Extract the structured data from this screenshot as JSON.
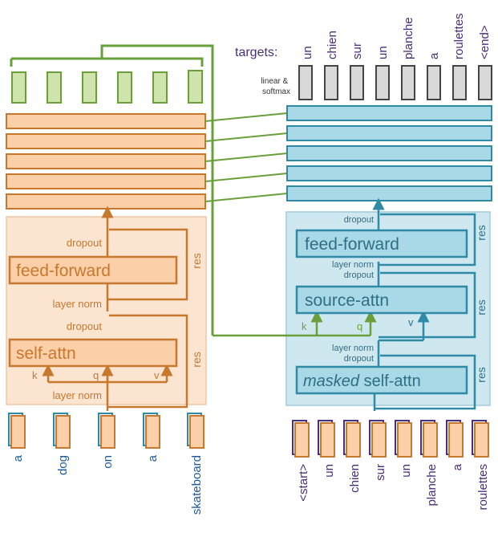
{
  "colors": {
    "encoder": "#c8782d",
    "encoder_fill": "#fbd0a8",
    "encoder_panel": "#fbe4d0",
    "decoder": "#2f8aa6",
    "decoder_fill": "#a9d8e6",
    "decoder_panel": "#cfe8f0",
    "green": "#6aa03b",
    "green_fill": "#cfe3ad",
    "target_text": "#4a2e7a",
    "input_text": "#1f5a9c",
    "gray_fill": "#d9d9d9"
  },
  "encoder": {
    "dropout_top": "dropout",
    "ff_label": "feed-forward",
    "res_top": "res",
    "layer_norm_mid": "layer norm",
    "dropout_mid": "dropout",
    "attn_label": "self-attn",
    "res_bottom": "res",
    "k": "k",
    "q": "q",
    "v": "v",
    "layer_norm_bottom": "layer norm",
    "inputs": [
      "a",
      "dog",
      "on",
      "a",
      "skateboard"
    ]
  },
  "decoder": {
    "targets_label": "targets:",
    "targets": [
      "un",
      "chien",
      "sur",
      "un",
      "planche",
      "a",
      "roulettes",
      "<end>"
    ],
    "linear_softmax": "linear &\nsoftmax",
    "dropout_top": "dropout",
    "ff_label": "feed-forward",
    "res_top": "res",
    "layer_norm_1": "layer norm",
    "dropout_1": "dropout",
    "source_attn_label": "source-attn",
    "res_mid": "res",
    "k": "k",
    "q": "q",
    "v": "v",
    "layer_norm_2": "layer norm",
    "dropout_2": "dropout",
    "masked_italic": "masked",
    "masked_rest": " self-attn",
    "res_bottom": "res",
    "inputs": [
      "<start>",
      "un",
      "chien",
      "sur",
      "un",
      "planche",
      "a",
      "roulettes"
    ]
  }
}
